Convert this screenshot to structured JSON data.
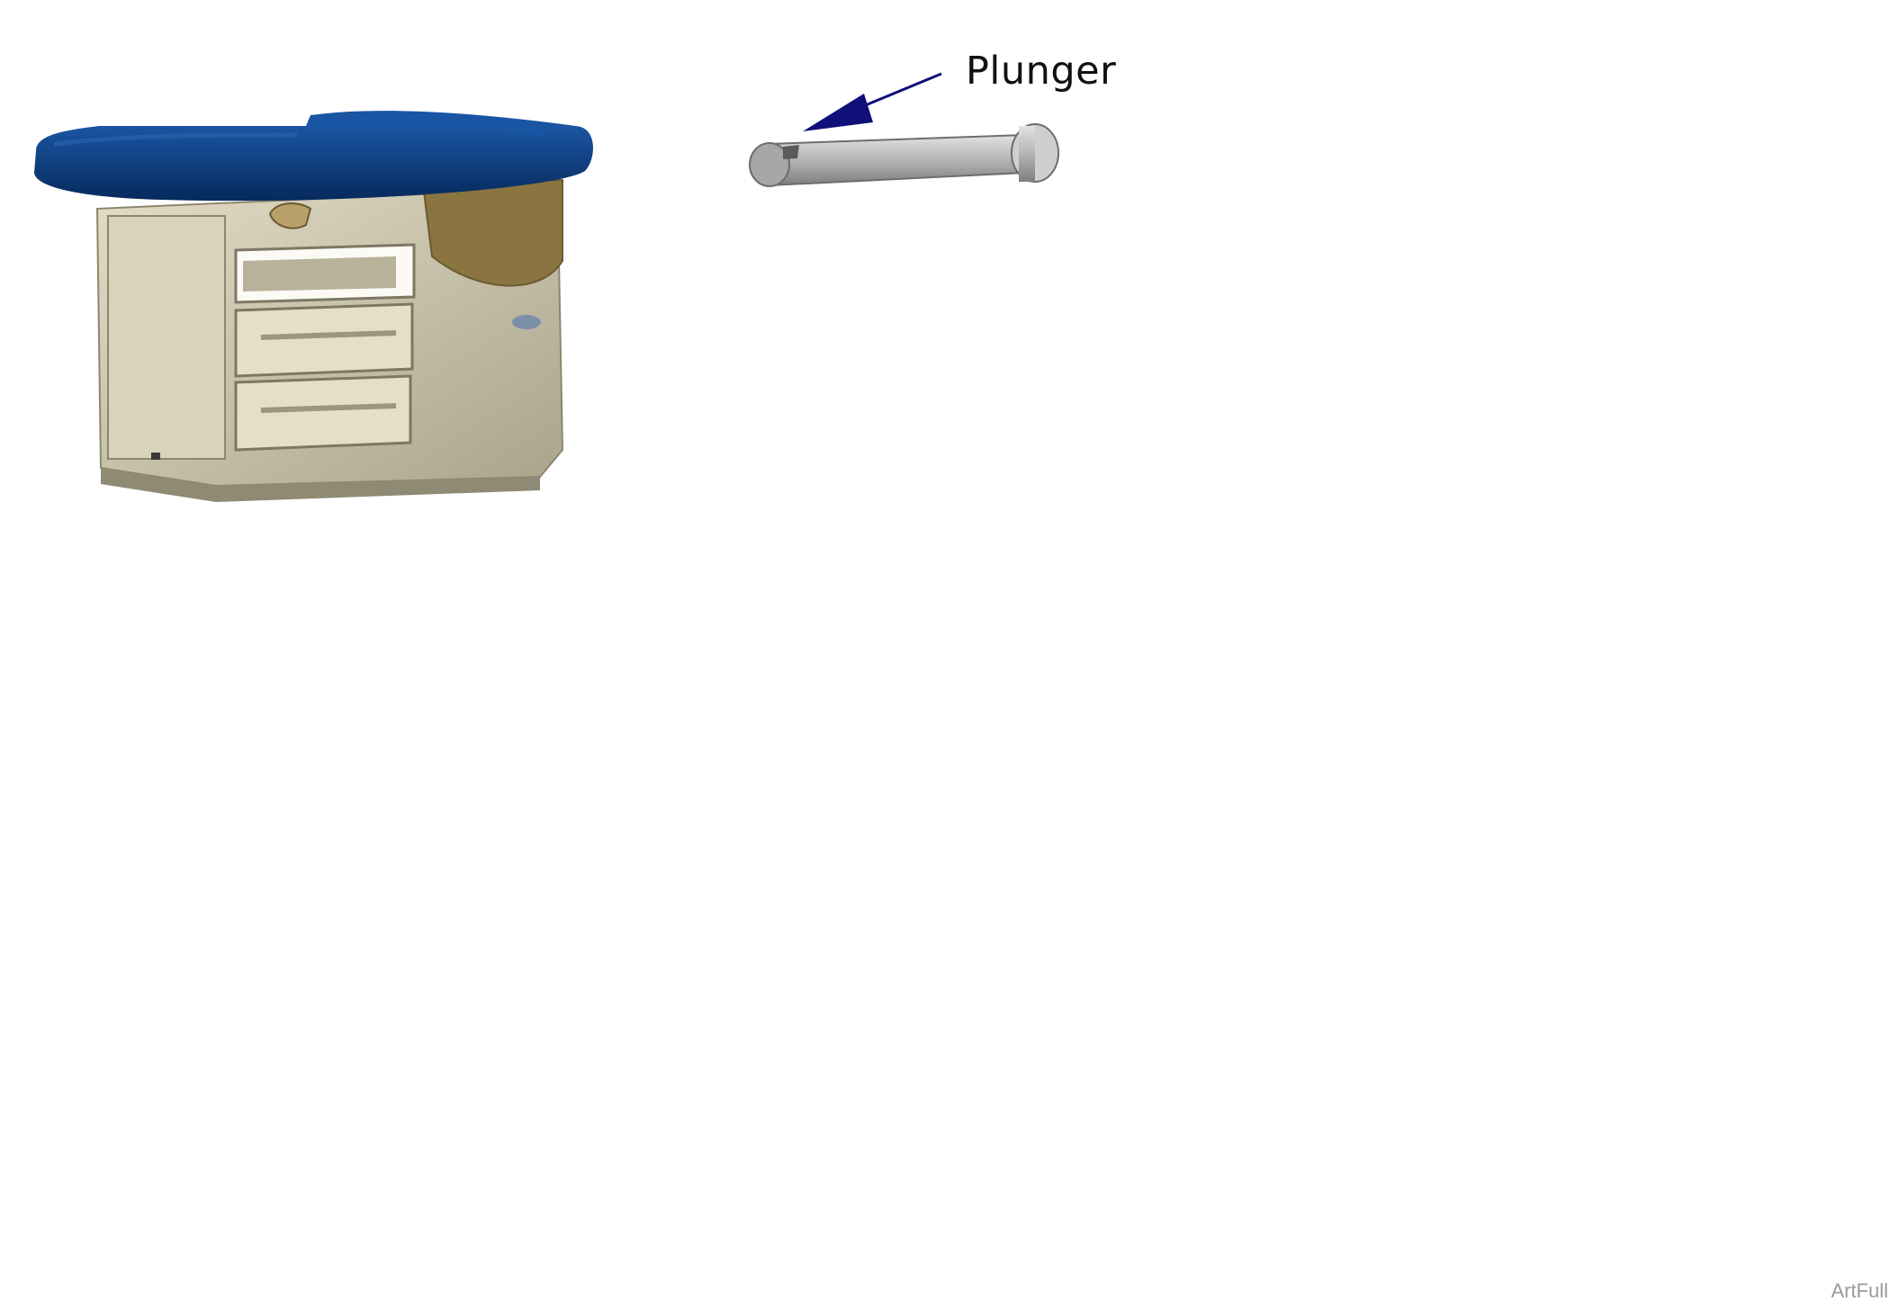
{
  "labels": {
    "plunger": "Plunger"
  },
  "watermark": "ArtFull",
  "colors": {
    "upholstery": "#0b3f84",
    "upholstery_dark": "#062a5c",
    "frame_beige": "#cfc8b0",
    "frame_shade": "#a9a38d",
    "accent_gold": "#8a7440",
    "zoom_fill": "#fbfbdc",
    "metal_dark": "#454545",
    "metal_light": "#b9b9b9",
    "arrow_navy": "#10107a"
  },
  "icons": {
    "leader_arrow": "arrow-head",
    "zoom_pointer": "curved-white-arrow"
  }
}
